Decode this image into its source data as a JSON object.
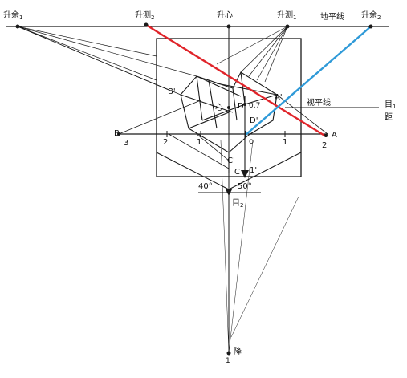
{
  "labels": {
    "sheng_yu_1": "升余",
    "sheng_yu_1_sub": "1",
    "sheng_ce_2": "升测",
    "sheng_ce_2_sub": "2",
    "sheng_xin": "升心",
    "sheng_ce_1": "升测",
    "sheng_ce_1_sub": "1",
    "di_ping_xian": "地平线",
    "sheng_yu_2": "升余",
    "sheng_yu_2_sub": "2",
    "shi_ping_xian": "视平线",
    "mu_1": "目",
    "mu_1_sub": "1",
    "ju": "距",
    "b_point": "B",
    "b_prime": "B'",
    "a_point": "A",
    "a_prime": "A'",
    "xin": "心",
    "d_point": "D",
    "d_prime": "D'",
    "zero_seven": "0.7",
    "c_prime": "C'",
    "c_point": "C",
    "one_prime": "1'",
    "angle_40": "40°",
    "angle_50": "50°",
    "mu_2": "目",
    "mu_2_sub": "2",
    "jiang": "降",
    "jiang_sub": "1",
    "tick_3": "3",
    "tick_2_left": "2",
    "tick_1_left": "1",
    "tick_0": "o",
    "tick_1_right": "1",
    "tick_2_right": "2"
  },
  "colors": {
    "ink": "#1a1a1a",
    "red_line": "#e0242a",
    "blue_line": "#2f9ad8"
  }
}
